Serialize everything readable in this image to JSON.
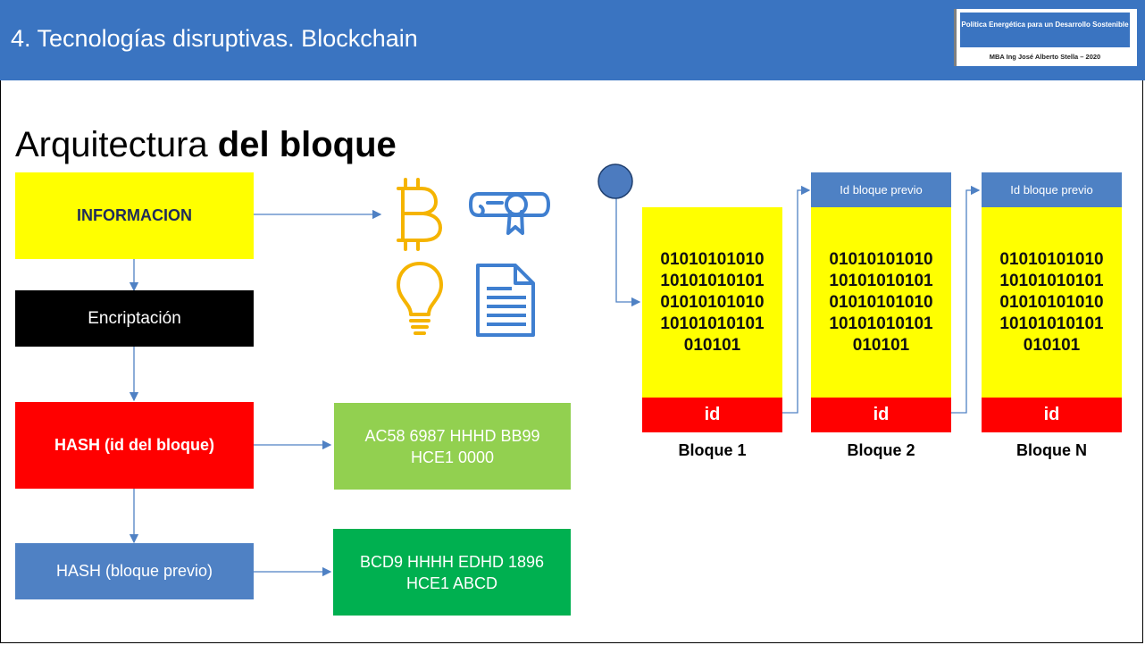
{
  "header": {
    "title": "4. Tecnologías disruptivas. Blockchain",
    "badge_line1": "Política Energética para un Desarrollo Sostenible",
    "badge_line2": "MBA Ing José Alberto Stella – 2020"
  },
  "slide": {
    "title_regular": "Arquitectura ",
    "title_bold": "del bloque"
  },
  "flow": {
    "informacion": "INFORMACION",
    "encriptacion": "Encriptación",
    "hash_id": "HASH (id del bloque)",
    "hash_prev": "HASH (bloque previo)",
    "hash_id_value": "AC58 6987 HHHD BB99 HCE1 0000",
    "hash_prev_value": "BCD9 HHHH EDHD 1896 HCE1 ABCD"
  },
  "icons": [
    "bitcoin-icon",
    "diploma-icon",
    "lightbulb-icon",
    "document-icon"
  ],
  "blocks": [
    {
      "label": "Bloque 1",
      "prev": "",
      "bits": "01010101010\n10101010101\n01010101010\n10101010101\n010101",
      "id": "id"
    },
    {
      "label": "Bloque 2",
      "prev": "Id bloque previo",
      "bits": "01010101010\n10101010101\n01010101010\n10101010101\n010101",
      "id": "id"
    },
    {
      "label": "Bloque N",
      "prev": "Id bloque previo",
      "bits": "01010101010\n10101010101\n01010101010\n10101010101\n010101",
      "id": "id"
    }
  ],
  "colors": {
    "header": "#3a74c1",
    "yellow": "#ffff00",
    "red": "#ff0000",
    "black": "#000000",
    "blue_box": "#4f81c4",
    "light_green": "#92d050",
    "green": "#00b050",
    "icon_gold": "#f5b400",
    "icon_blue": "#3f7fd0"
  }
}
